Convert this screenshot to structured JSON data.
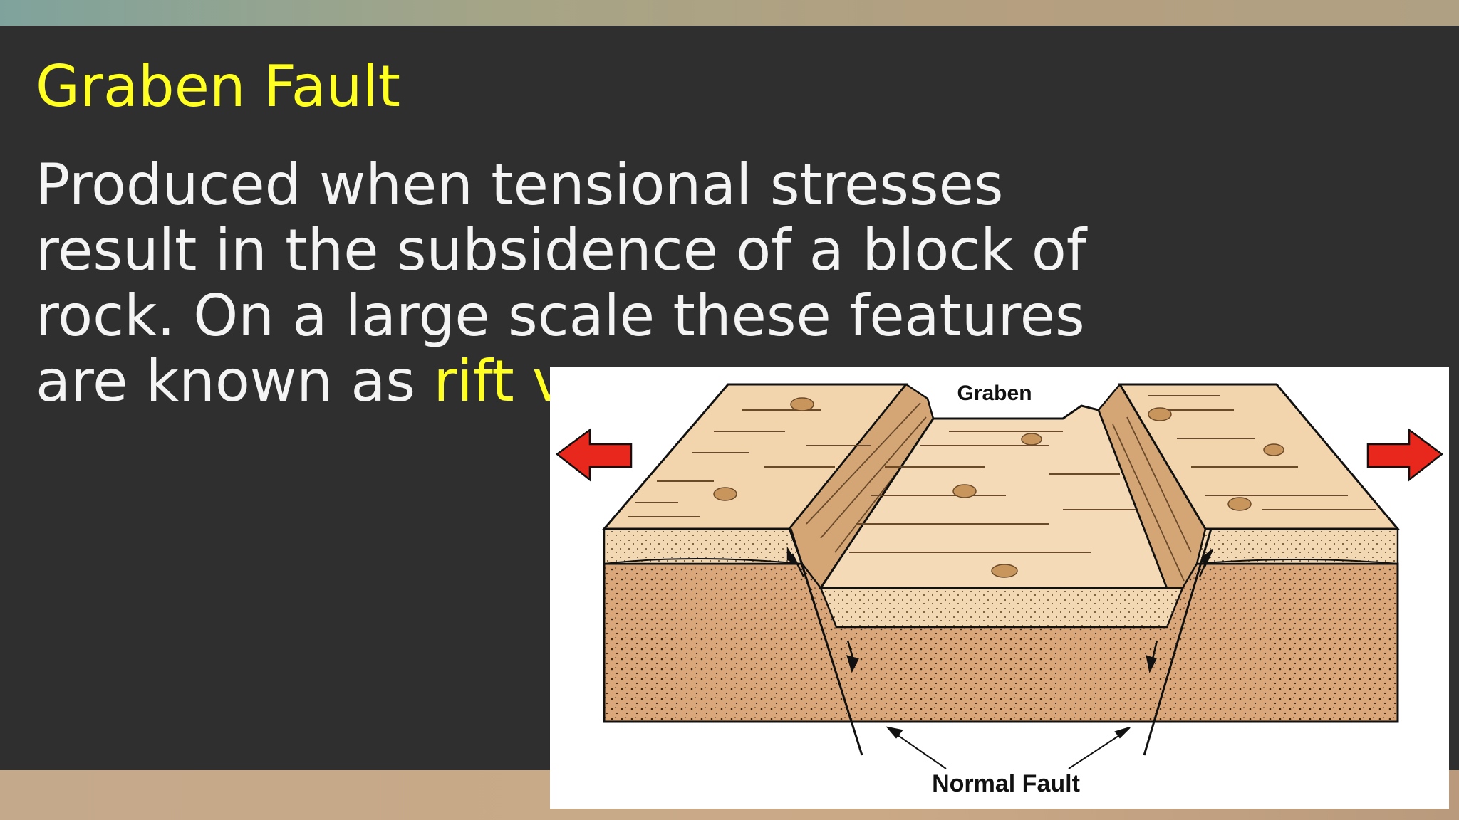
{
  "slide": {
    "title": "Graben Fault",
    "body_prefix": "Produced when tensional stresses result in the subsidence of a block of rock. On a large scale these features are known as ",
    "body_highlight": "rift v",
    "highlight_color": "#ffff22"
  },
  "diagram": {
    "top_label": "Graben",
    "bottom_label": "Normal Fault",
    "arrow_color": "#e8281c",
    "surface_color": "#f2d4ad",
    "rock_color": "#d9a77a"
  }
}
